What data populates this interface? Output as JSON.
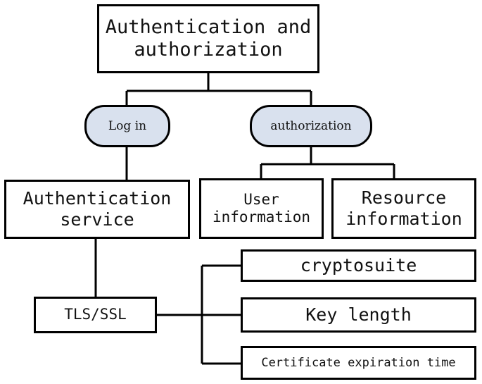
{
  "nodes": {
    "root": "Authentication and\nauthorization",
    "login": "Log in",
    "authorization": "authorization",
    "auth_service": "Authentication\nservice",
    "user_info": "User\ninformation",
    "resource_info": "Resource\ninformation",
    "tls_ssl": "TLS/SSL",
    "cryptosuite": "cryptosuite",
    "key_length": "Key length",
    "cert_expiration": "Certificate expiration time"
  }
}
